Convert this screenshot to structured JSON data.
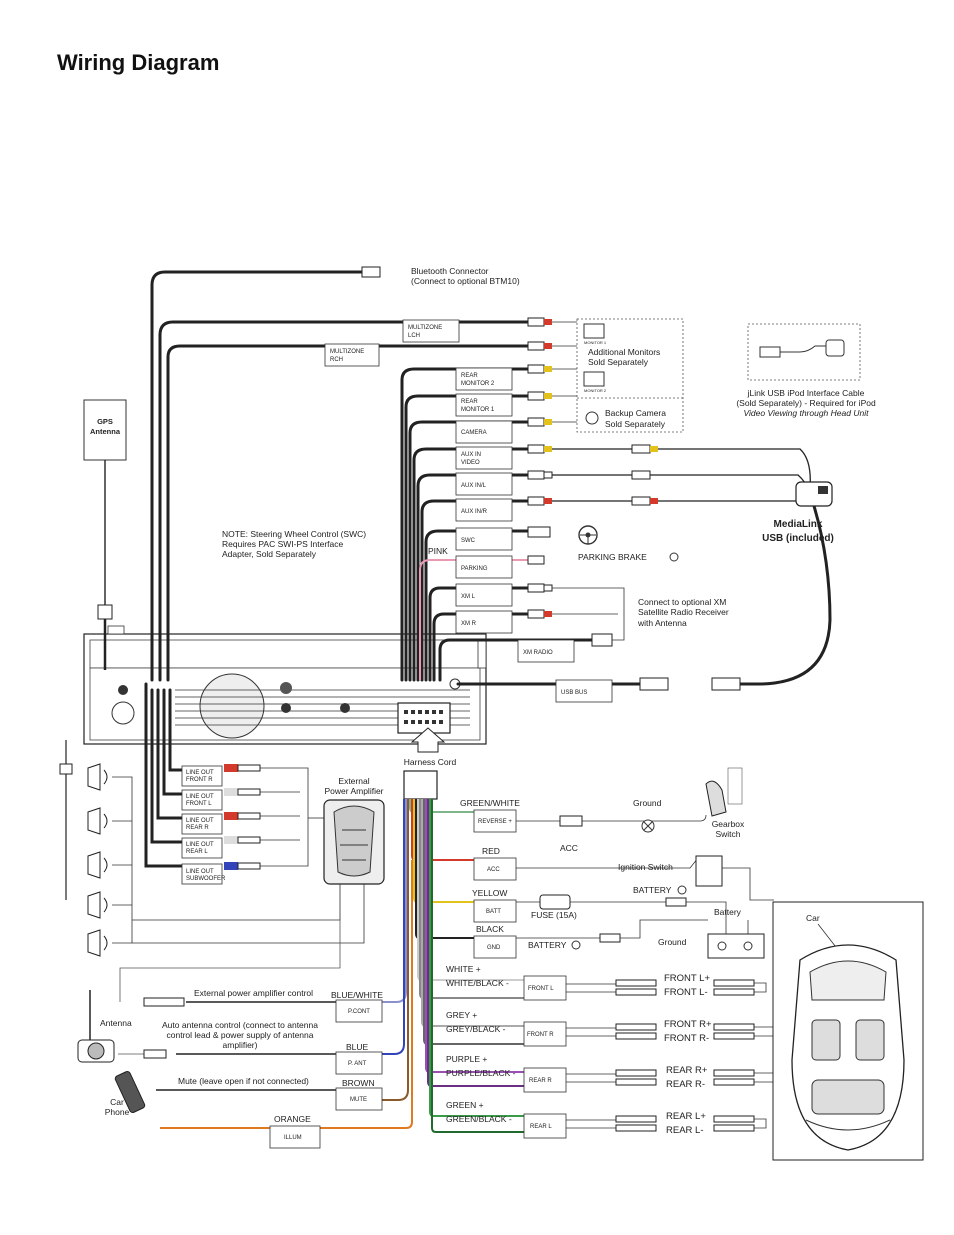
{
  "title": "Wiring Diagram",
  "bluetooth": {
    "line1": "Bluetooth Connector",
    "line2": "(Connect to optional BTM10)"
  },
  "gps": {
    "line1": "GPS",
    "line2": "Antenna"
  },
  "boxes": {
    "multizone_lch": [
      "MULTIZONE",
      "LCH"
    ],
    "multizone_rch": [
      "MULTIZONE",
      "RCH"
    ],
    "rear_monitor_2": [
      "REAR",
      "MONITOR 2"
    ],
    "rear_monitor_1": [
      "REAR",
      "MONITOR 1"
    ],
    "camera": "CAMERA",
    "aux_in_video": [
      "AUX IN",
      "VIDEO"
    ],
    "aux_in_l": "AUX IN/L",
    "aux_in_r": "AUX IN/R",
    "swc": "SWC",
    "parking": "PARKING",
    "xm_l": "XM L",
    "xm_r": "XM R",
    "xm_radio": "XM RADIO",
    "usb_bus": "USB BUS",
    "line_out_front_r": [
      "LINE OUT",
      "FRONT R"
    ],
    "line_out_front_l": [
      "LINE OUT",
      "FRONT L"
    ],
    "line_out_rear_r": [
      "LINE OUT",
      "REAR R"
    ],
    "line_out_rear_l": [
      "LINE OUT",
      "REAR L"
    ],
    "line_out_sub": [
      "LINE OUT",
      "SUBWOOFER"
    ],
    "reverse": "REVERSE +",
    "acc": "ACC",
    "batt": "BATT",
    "gnd": "GND",
    "pcont": "P.CONT",
    "pant": "P. ANT",
    "mute": "MUTE",
    "illum": "ILLUM",
    "front_l": "FRONT L",
    "front_r": "FRONT R",
    "rear_r": "REAR R",
    "rear_l": "REAR L",
    "monitor1_tag": "MONITOR 1",
    "monitor2_tag": "MONITOR 2"
  },
  "notes": {
    "additional_monitors": [
      "Additional Monitors",
      "Sold Separately"
    ],
    "backup_camera": [
      "Backup Camera",
      "Sold Separately"
    ],
    "jlink": [
      "jLink USB iPod Interface Cable",
      "(Sold Separately) - Required for iPod",
      "Video Viewing through Head Unit"
    ],
    "medialink": [
      "MediaLink",
      "USB (included)"
    ],
    "swc_note": [
      "NOTE: Steering Wheel Control (SWC)",
      "Requires PAC SWI-PS Interface",
      "Adapter, Sold Separately"
    ],
    "xm_note": [
      "Connect to optional XM",
      "Satellite Radio Receiver",
      "with Antenna"
    ],
    "parking_brake": "PARKING BRAKE",
    "pink": "PINK",
    "harness_cord": "Harness Cord",
    "ext_amp": [
      "External",
      "Power Amplifier"
    ],
    "ground_top": "Ground",
    "gearbox": [
      "Gearbox",
      "Switch"
    ],
    "ignition": "Ignition Switch",
    "battery_plus": "BATTERY",
    "battery": "Battery",
    "fuse": "FUSE (15A)",
    "ground_bottom": "Ground",
    "battery_minus": "BATTERY",
    "car": "Car",
    "antenna": "Antenna",
    "car_phone": [
      "Car",
      "Phone"
    ],
    "ext_amp_control": "External power amplifier control",
    "auto_ant": [
      "Auto antenna control (connect to antenna",
      "control lead & power supply of antenna",
      "amplifier)"
    ],
    "mute_note": "Mute (leave open if not connected)"
  },
  "wire_colors": {
    "green_white": "GREEN/WHITE",
    "red": "RED",
    "yellow": "YELLOW",
    "black": "BLACK",
    "blue_white": "BLUE/WHITE",
    "blue": "BLUE",
    "brown": "BROWN",
    "orange": "ORANGE",
    "white_plus": "WHITE +",
    "white_black": "WHITE/BLACK -",
    "grey_plus": "GREY +",
    "grey_black": "GREY/BLACK -",
    "purple_plus": "PURPLE +",
    "purple_black": "PURPLE/BLACK -",
    "green_plus": "GREEN +",
    "green_black": "GREEN/BLACK -"
  },
  "speakers": {
    "front_lp": "FRONT L+",
    "front_lm": "FRONT L-",
    "front_rp": "FRONT R+",
    "front_rm": "FRONT R-",
    "rear_rp": "REAR R+",
    "rear_rm": "REAR R-",
    "rear_lp": "REAR L+",
    "rear_lm": "REAR L-"
  },
  "colors": {
    "green_white": "#7fb58a",
    "red": "#d33a2c",
    "yellow": "#e3c21c",
    "black": "#222222",
    "blue_white": "#8b8fd0",
    "blue": "#3344bb",
    "brown": "#8a5a2b",
    "orange": "#e07a1f",
    "pink": "#e99ab0"
  }
}
